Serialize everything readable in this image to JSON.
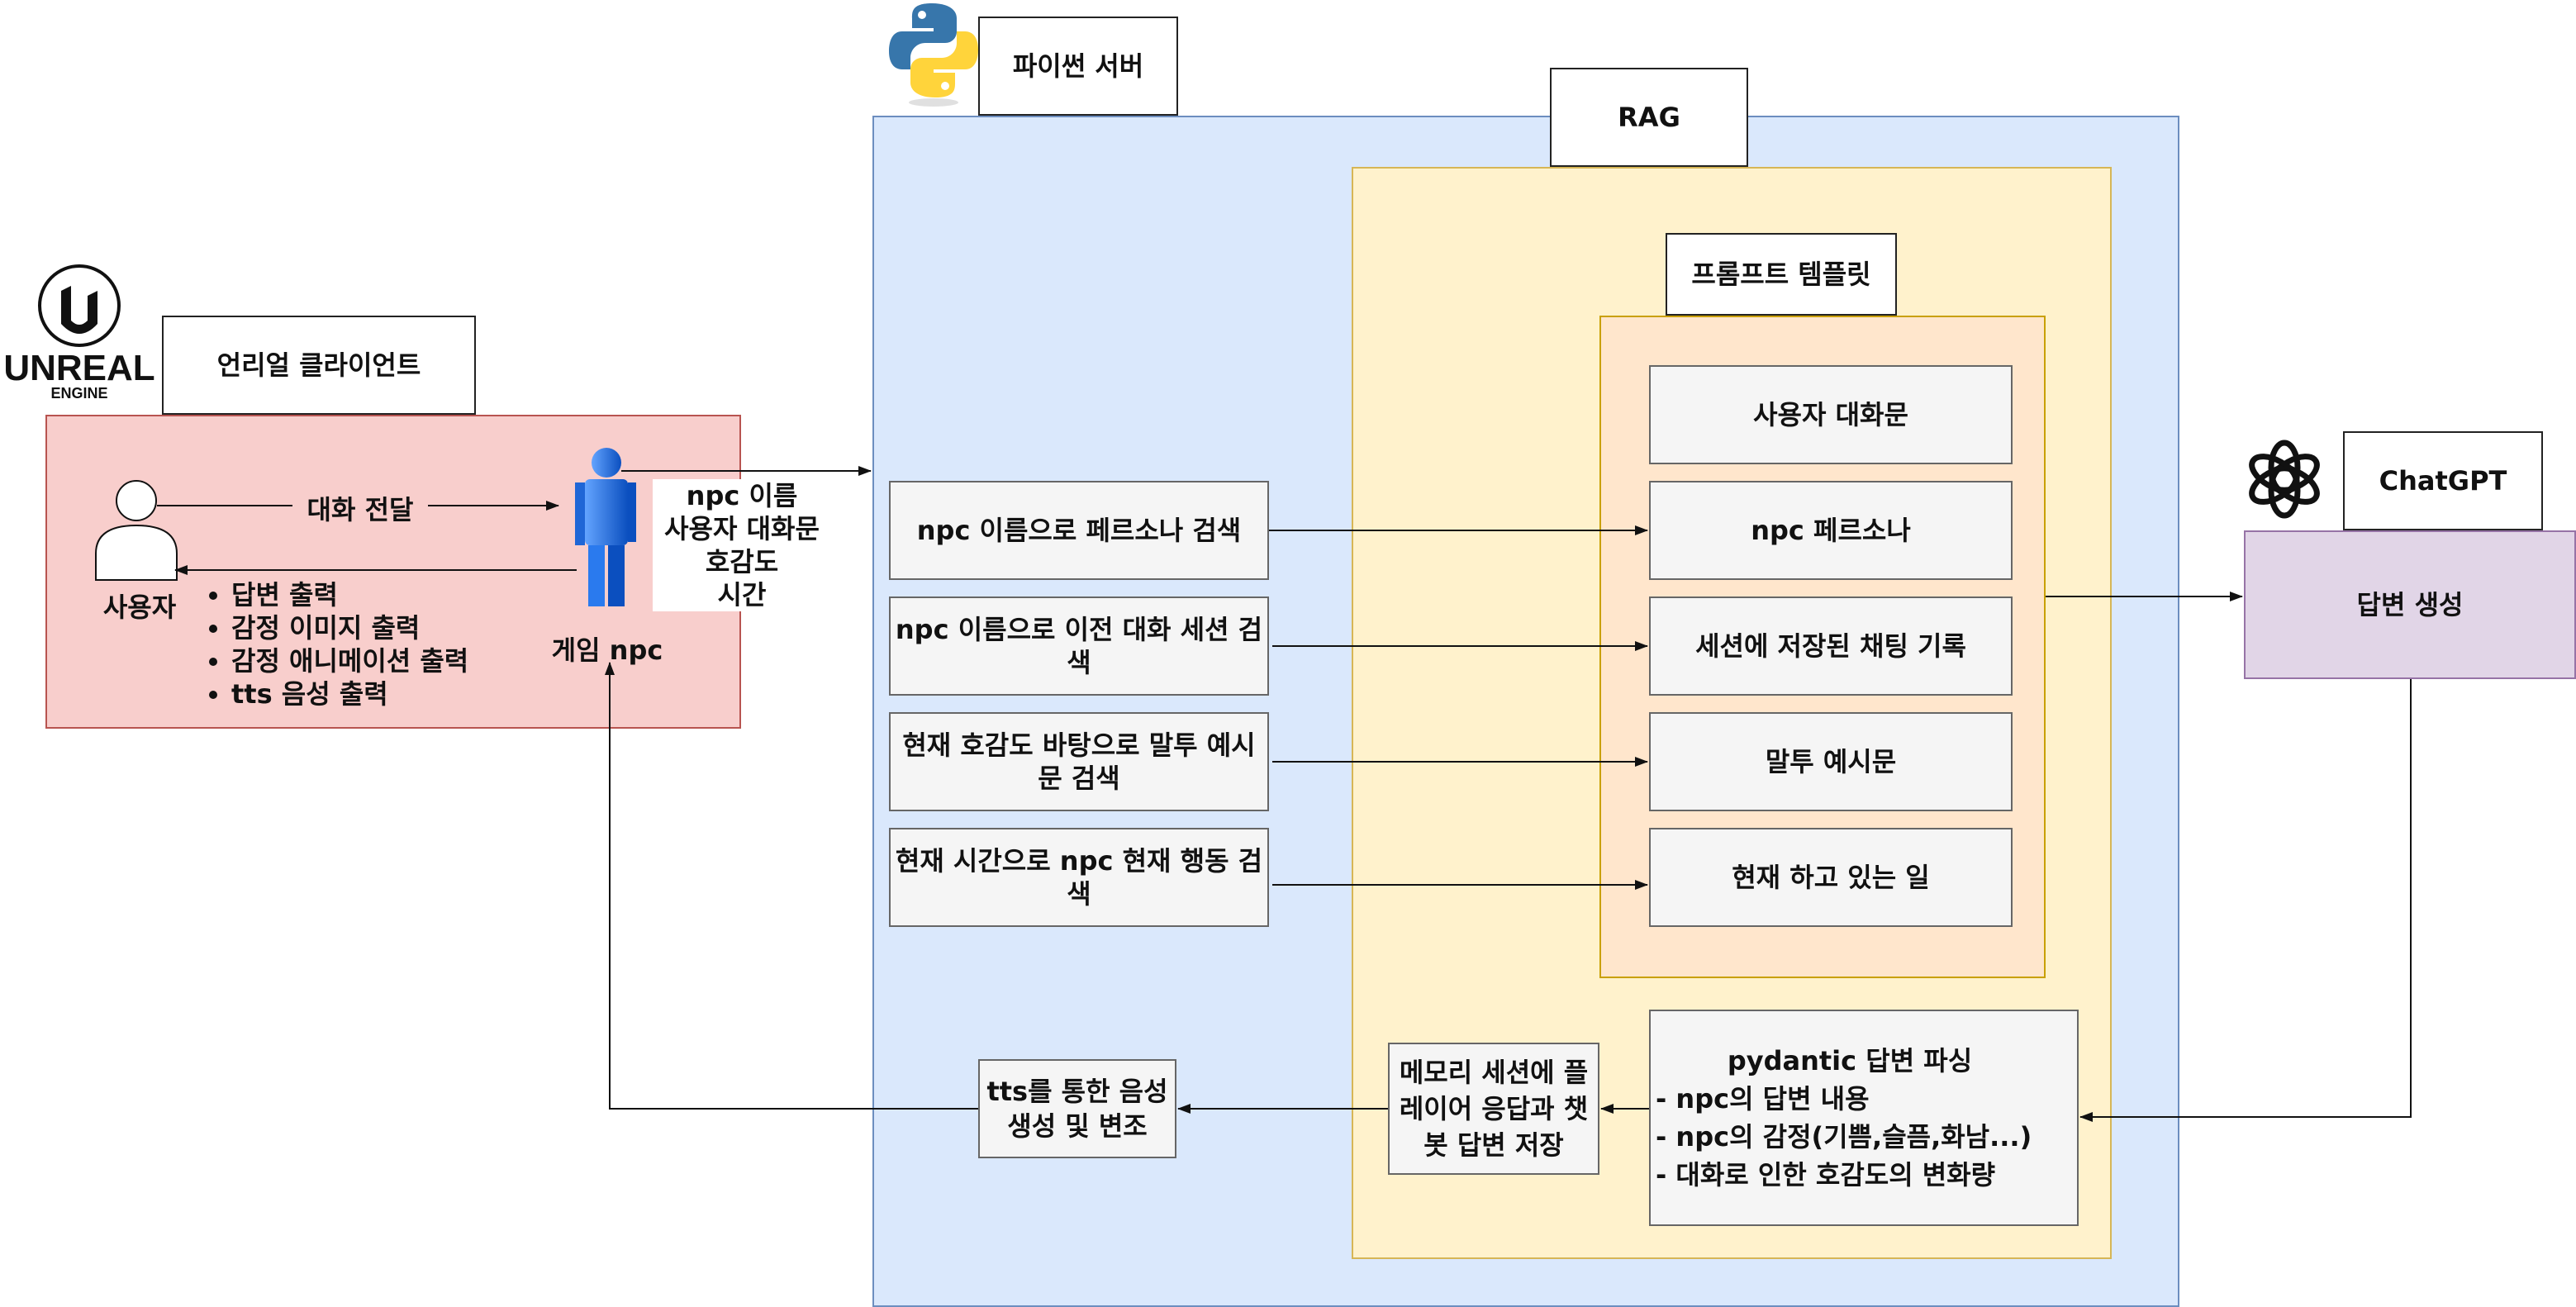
{
  "colors": {
    "unreal_region": "#f8cecc",
    "server_region": "#dae8fc",
    "rag_region": "#fff2cc",
    "template_region": "#ffe6cc",
    "chatgpt_region": "#e1d5e7",
    "grey_box": "#f5f5f5",
    "npc_figure": "#1a73e8"
  },
  "client": {
    "logo_word": "UNREAL",
    "logo_sub": "ENGINE",
    "title": "언리얼 클라이언트",
    "user_label": "사용자",
    "npc_label": "게임 npc",
    "talk_label": "대화 전달",
    "outputs": [
      "답변 출력",
      "감정 이미지 출력",
      "감정 애니메이션 출력",
      "tts 음성 출력"
    ],
    "request_lines": [
      "npc 이름",
      "사용자 대화문",
      "호감도",
      "시간"
    ]
  },
  "server": {
    "title": "파이썬 서버",
    "rag_title": "RAG",
    "template_title": "프롬프트 템플릿",
    "search_boxes": [
      "npc 이름으로 페르소나 검색",
      "npc 이름으로 이전 대화 세션 검색",
      "현재 호감도 바탕으로 말투 예시문 검색",
      "현재 시간으로 npc 현재 행동 검색"
    ],
    "template_items": [
      "사용자 대화문",
      "npc 페르소나",
      "세션에 저장된 채팅 기록",
      "말투 예시문",
      "현재 하고 있는 일"
    ],
    "parse": {
      "title": "pydantic 답변 파싱",
      "lines": [
        "- npc의 답변 내용",
        "- npc의 감정(기쁨,슬픔,화남...)",
        "- 대화로 인한 호감도의 변화량"
      ]
    },
    "memory_box": "메모리 세션에 플레이어 응답과 챗봇 답변 저장",
    "tts_box": "tts를 통한 음성 생성 및 변조"
  },
  "chatgpt": {
    "title": "ChatGPT",
    "generate": "답변 생성"
  }
}
